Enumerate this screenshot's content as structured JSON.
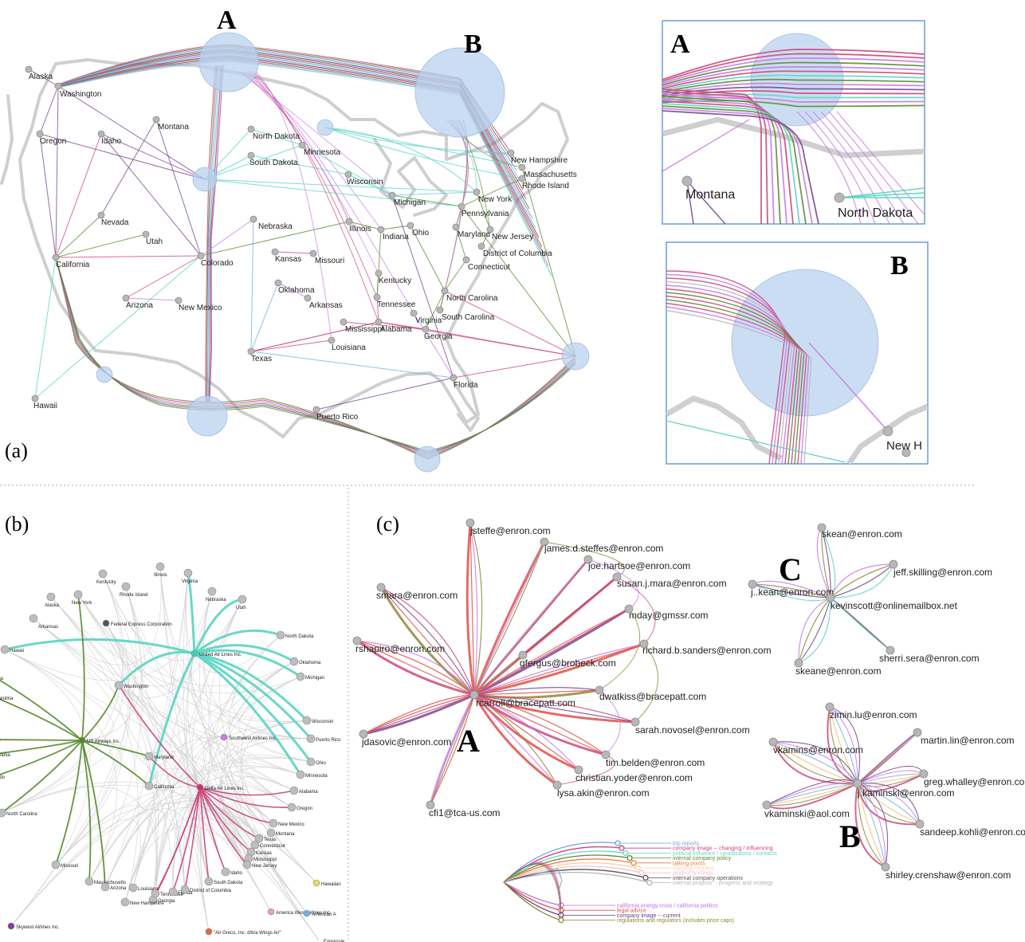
{
  "panel_labels": {
    "a": "(a)",
    "b": "(b)",
    "c": "(c)"
  },
  "markers": {
    "A": "A",
    "B": "B",
    "C": "C"
  },
  "panel_a": {
    "states": [
      {
        "label": "Alaska"
      },
      {
        "label": "Washington"
      },
      {
        "label": "Oregon"
      },
      {
        "label": "Idaho"
      },
      {
        "label": "Montana"
      },
      {
        "label": "North Dakota"
      },
      {
        "label": "Minnesota"
      },
      {
        "label": "South Dakota"
      },
      {
        "label": "Wisconsin"
      },
      {
        "label": "Michigan"
      },
      {
        "label": "New Hampshire"
      },
      {
        "label": "Massachusetts"
      },
      {
        "label": "Rhode Island"
      },
      {
        "label": "New York"
      },
      {
        "label": "Pennsylvania"
      },
      {
        "label": "Nevada"
      },
      {
        "label": "Utah"
      },
      {
        "label": "Nebraska"
      },
      {
        "label": "Illinois"
      },
      {
        "label": "Indiana"
      },
      {
        "label": "Ohio"
      },
      {
        "label": "Maryland"
      },
      {
        "label": "New Jersey"
      },
      {
        "label": "District of Columbia"
      },
      {
        "label": "Connecticut"
      },
      {
        "label": "California"
      },
      {
        "label": "Colorado"
      },
      {
        "label": "Kansas"
      },
      {
        "label": "Missouri"
      },
      {
        "label": "Kentucky"
      },
      {
        "label": "Oklahoma"
      },
      {
        "label": "Arkansas"
      },
      {
        "label": "Tennessee"
      },
      {
        "label": "North Carolina"
      },
      {
        "label": "Arizona"
      },
      {
        "label": "New Mexico"
      },
      {
        "label": "Virginia"
      },
      {
        "label": "South Carolina"
      },
      {
        "label": "Mississippi"
      },
      {
        "label": "Alabama"
      },
      {
        "label": "Georgia"
      },
      {
        "label": "Louisiana"
      },
      {
        "label": "Texas"
      },
      {
        "label": "Florida"
      },
      {
        "label": "Hawaii"
      },
      {
        "label": "Puerto Rico"
      }
    ]
  },
  "zoom_a": {
    "labels": [
      "Montana",
      "North Dakota"
    ]
  },
  "zoom_b": {
    "labels": [
      "New H"
    ]
  },
  "panel_b": {
    "nodes": [
      "Kentucky",
      "Illinois",
      "Rhode Island",
      "Virginia",
      "Nebraska",
      "New York",
      "Alaska",
      "Utah",
      "Arkansas",
      "Federal Express Corporation",
      "North Dakota",
      "Hawaii",
      "Oklahoma",
      "Michigan",
      "Washington",
      "Southwest Airlines Inc.",
      "Wisconsin",
      "Puerto Rico",
      "US Airways Inc.",
      "Maryland",
      "Ohio",
      "Minnesota",
      "California",
      "Delta Air Lines Inc.",
      "Alabama",
      "North Carolina",
      "Oregon",
      "New Mexico",
      "Montana",
      "Texas",
      "Connecticut",
      "Kansas",
      "Mississippi",
      "New Jersey",
      "Missouri",
      "Idaho",
      "Massachusetts",
      "Arizona",
      "Louisiana",
      "Georgia",
      "New Hampshire",
      "Tennessee",
      "Florida",
      "District of Columbia",
      "South Dakota",
      "Skywest Airlines Inc.",
      "\"Air Greco, Inc. d/b/a Wings Air\"",
      "Expressjet Airlines Inc.",
      "America West Airlines Inc.",
      "American A",
      "Hawaiian",
      "United Air Lines Inc.",
      "ana",
      "Carolina",
      "ylvania",
      "rado",
      "de"
    ]
  },
  "panel_c": {
    "emails": [
      "jsteffe@enron.com",
      "james.d.steffes@enron.com",
      "joe.hartsoe@enron.com",
      "smara@enron.com",
      "susan.j.mara@enron.com",
      "mday@gmssr.com",
      "rshapiro@enron.com",
      "richard.b.sanders@enron.com",
      "gfergus@brobeck.com",
      "rcarroll@bracepatt.com",
      "dwatkiss@bracepatt.com",
      "sarah.novosel@enron.com",
      "jdasovic@enron.com",
      "tim.belden@enron.com",
      "christian.yoder@enron.com",
      "lysa.akin@enron.com",
      "cfi1@tca-us.com",
      "skean@enron.com",
      "jeff.skilling@enron.com",
      "j..kean@enron.com",
      "kevinscott@onlinemailbox.net",
      "sherri.sera@enron.com",
      "skeane@enron.com",
      "zimin.lu@enron.com",
      "vkamins@enron.com",
      "martin.lin@enron.com",
      "greg.whalley@enron.com",
      "j.kaminski@enron.com",
      "vkaminski@aol.com",
      "sandeep.kohli@enron.com",
      "shirley.crenshaw@enron.com"
    ],
    "topics_top": [
      {
        "label": "trip reports",
        "color": "#6fa3e0"
      },
      {
        "label": "company image -- changing / influencing",
        "color": "#d0407a"
      },
      {
        "label": "political influence / contributions / contacts",
        "color": "#62d6c6"
      },
      {
        "label": "internal company policy",
        "color": "#5c8a2a"
      },
      {
        "label": "talking points",
        "color": "#f07a4a"
      },
      {
        "label": "meeting minutes",
        "color": "#f5d3a0"
      },
      {
        "label": "analyst briefings",
        "color": "#f5c1d0"
      },
      {
        "label": "internal company operations",
        "color": "#555555"
      },
      {
        "label": "internal projects -- progress and strategy",
        "color": "#b5b5b5"
      }
    ],
    "topics_bottom": [
      {
        "label": "california energy crisis / california politics",
        "color": "#c070e0"
      },
      {
        "label": "legal advice",
        "color": "#e05050"
      },
      {
        "label": "company image -- current",
        "color": "#6a3a8a"
      },
      {
        "label": "regulations and regulators (includes price caps)",
        "color": "#8a8a30"
      }
    ]
  },
  "colors": {
    "teal": "#5fd6c4",
    "magenta": "#cc4a7f",
    "green": "#5d8f35",
    "violet": "#c77ee6",
    "purple": "#7a4a8e",
    "blue": "#77aee8",
    "red": "#e0504a",
    "olive": "#8e8a3a"
  }
}
